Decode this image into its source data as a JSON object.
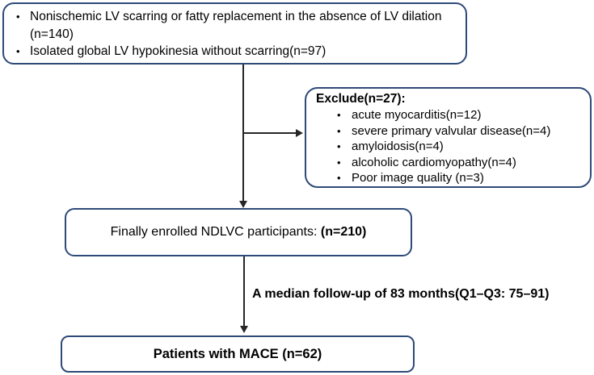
{
  "diagram": {
    "top_box": {
      "bullets": [
        "Nonischemic LV scarring or fatty replacement in the absence of LV dilation (n=140)",
        "Isolated global LV hypokinesia without scarring(n=97)"
      ]
    },
    "exclude_box": {
      "title": "Exclude(n=27):",
      "bullets": [
        "acute myocarditis(n=12)",
        "severe primary valvular disease(n=4)",
        "amyloidosis(n=4)",
        "alcoholic cardiomyopathy(n=4)",
        "Poor image quality (n=3)"
      ]
    },
    "enrolled_box": {
      "label": "Finally enrolled NDLVC participants: ",
      "count": "(n=210)"
    },
    "followup_label": "A median follow-up of 83 months(Q1–Q3: 75–91)",
    "mace_box": {
      "label": "Patients with MACE (n=62)"
    },
    "colors": {
      "box_border": "#2e4a78",
      "arrow": "#262626",
      "text": "#000000"
    }
  }
}
